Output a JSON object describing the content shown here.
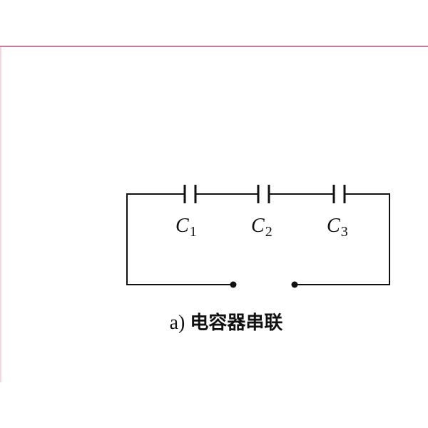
{
  "figure": {
    "caption_prefix": "a)",
    "caption_text": "电容器串联",
    "capacitors": [
      {
        "letter": "C",
        "sub": "1"
      },
      {
        "letter": "C",
        "sub": "2"
      },
      {
        "letter": "C",
        "sub": "3"
      }
    ]
  },
  "colors": {
    "frame_rule": "#c9799f",
    "wire": "#111111"
  }
}
